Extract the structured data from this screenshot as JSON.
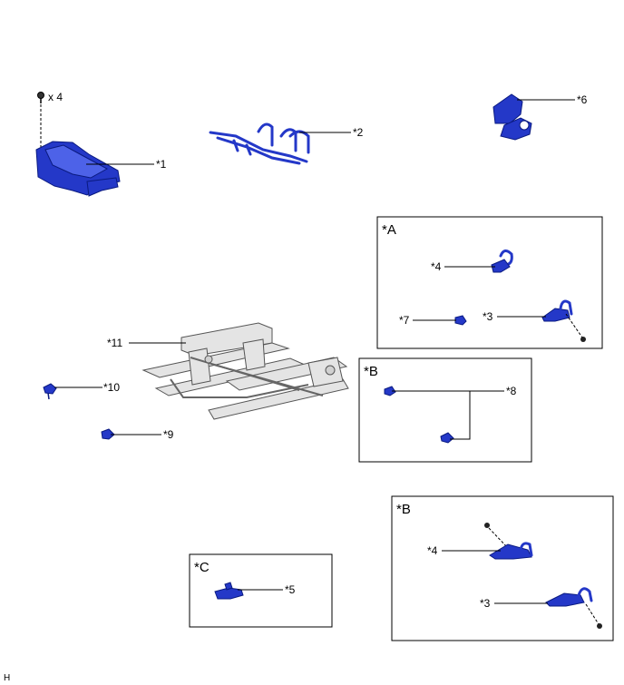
{
  "figure_code": "H",
  "bolt_qty": "x 4",
  "boxes": {
    "a": "*A",
    "b_upper": "*B",
    "b_lower": "*B",
    "c": "*C"
  },
  "callouts": {
    "p1": "*1",
    "p2": "*2",
    "p6": "*6",
    "pa4": "*4",
    "pa7": "*7",
    "pa3": "*3",
    "p11": "*11",
    "p10": "*10",
    "p9": "*9",
    "pb8": "*8",
    "pb4": "*4",
    "pb3": "*3",
    "pc5": "*5"
  },
  "colors": {
    "part": "#2438c8",
    "frame": "#e4e4e4"
  }
}
